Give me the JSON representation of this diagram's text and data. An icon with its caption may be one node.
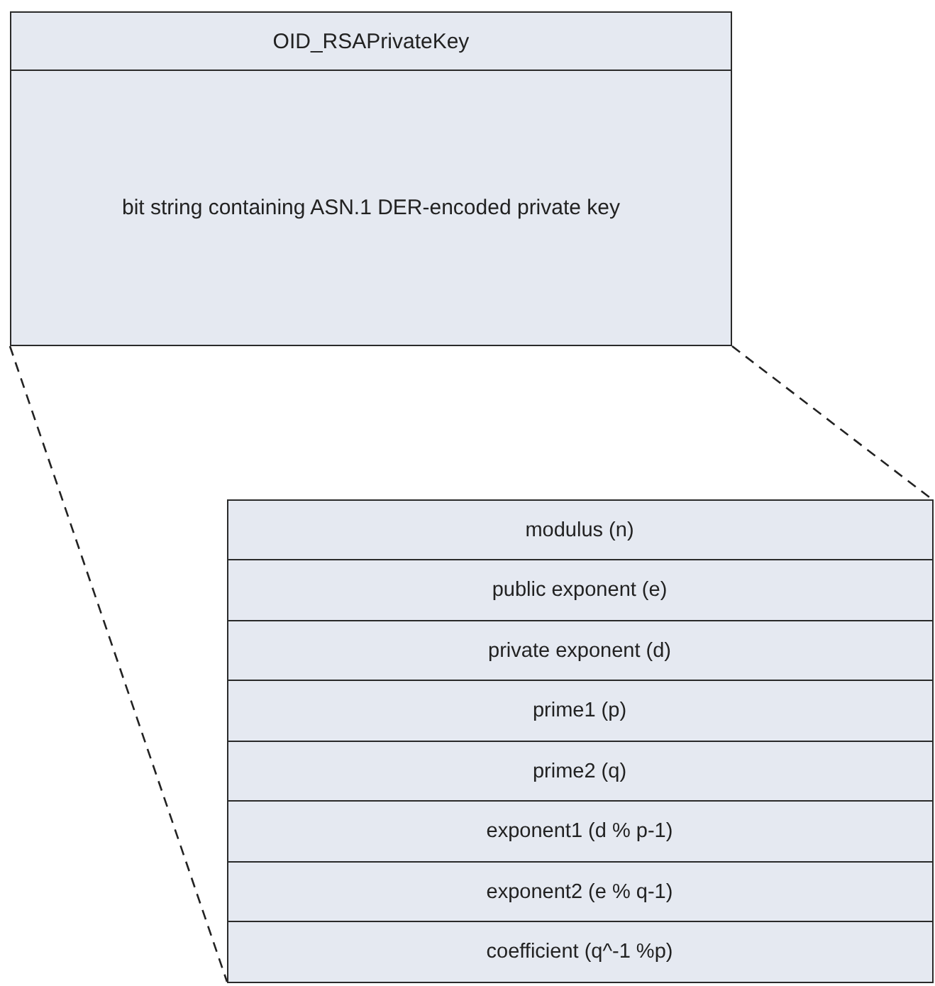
{
  "diagram": {
    "nodes": [
      {
        "text": [
          "OID_RSAPrivateKey",
          "bit string containing ASN.1 DER-encoded private key"
        ]
      },
      {
        "text": [],
        "shape": "box"
      },
      {
        "text": [
          "modulus (n)"
        ],
        "in": 1
      },
      {
        "text": [
          "public exponent (e)"
        ],
        "in": 1
      },
      {
        "text": [
          "private exponent (d)"
        ],
        "in": 1
      },
      {
        "text": [
          "prime1 (p)"
        ],
        "in": 1
      },
      {
        "text": [
          "prime2 (q)"
        ],
        "in": 1
      },
      {
        "text": [
          "exponent1 (d % p-1)"
        ],
        "in": 1
      },
      {
        "text": [
          "exponent2 (e % q-1)"
        ],
        "in": 1
      },
      {
        "text": [
          "coefficient (q^-1 %p)"
        ],
        "in": 1
      }
    ],
    "edges": [
      {
        "from": 0,
        "to": 1,
        "arrow": "none",
        "style": "dashed"
      },
      {
        "from": 0,
        "to": 1,
        "arrow": "none",
        "style": "dashed"
      }
    ]
  }
}
